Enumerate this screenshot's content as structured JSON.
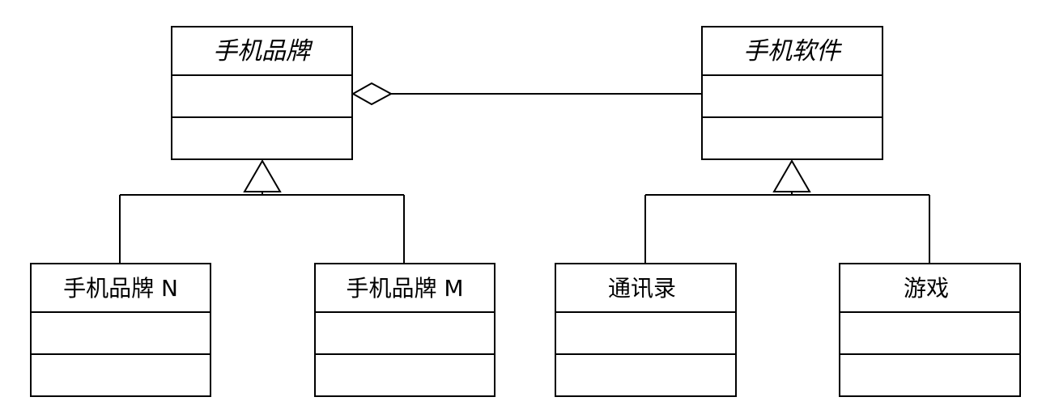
{
  "diagram": {
    "type": "uml-class-diagram",
    "line_color": "#000000",
    "background_color": "#ffffff",
    "classes": {
      "phone_brand": {
        "name": "手机品牌",
        "abstract": true
      },
      "phone_software": {
        "name": "手机软件",
        "abstract": true
      },
      "phone_brand_n": {
        "name": "手机品牌 N",
        "abstract": false
      },
      "phone_brand_m": {
        "name": "手机品牌 M",
        "abstract": false
      },
      "contacts": {
        "name": "通讯录",
        "abstract": false
      },
      "game": {
        "name": "游戏",
        "abstract": false
      }
    },
    "relations": [
      {
        "kind": "aggregation",
        "whole": "phone_brand",
        "part": "phone_software"
      },
      {
        "kind": "generalization",
        "parent": "phone_brand",
        "children": [
          "phone_brand_n",
          "phone_brand_m"
        ]
      },
      {
        "kind": "generalization",
        "parent": "phone_software",
        "children": [
          "contacts",
          "game"
        ]
      }
    ]
  }
}
